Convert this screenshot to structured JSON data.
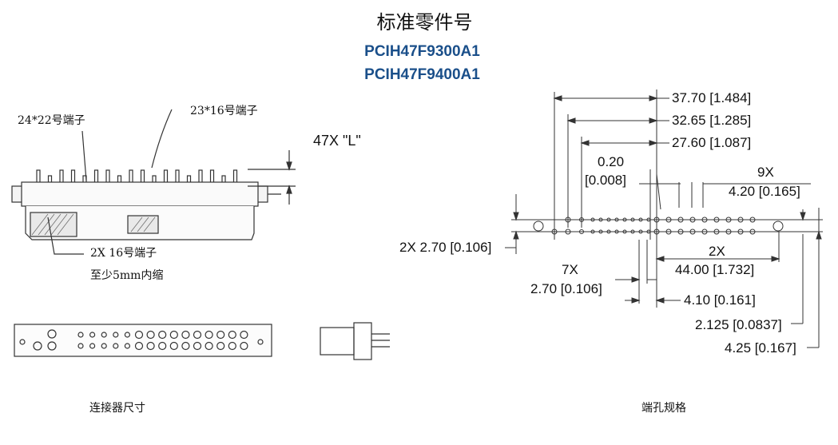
{
  "header": {
    "title": "标准零件号",
    "part_numbers": [
      "PCIH47F9300A1",
      "PCIH47F9400A1"
    ]
  },
  "left_view": {
    "labels": {
      "terminal_22": "24*22号端子",
      "terminal_16": "23*16号端子",
      "pin_count_length": "47X \"L\"",
      "terminal_16_2x": "2X 16号端子",
      "min_shrink": "至少5mm内缩"
    },
    "caption": "连接器尺寸"
  },
  "right_view": {
    "dimensions": {
      "d1": "37.70 [1.484]",
      "d2": "32.65 [1.285]",
      "d3": "27.60 [1.087]",
      "d4_value": "0.20",
      "d4_inch": "[0.008]",
      "d5_count": "9X",
      "d5": "4.20 [0.165]",
      "d6": "2X 2.70 [0.106]",
      "d7_count": "2X",
      "d7": "44.00 [1.732]",
      "d8_count": "7X",
      "d8": "2.70 [0.106]",
      "d9": "4.10 [0.161]",
      "d10": "2.125 [0.0837]",
      "d11": "4.25 [0.167]"
    },
    "caption": "端孔规格"
  }
}
